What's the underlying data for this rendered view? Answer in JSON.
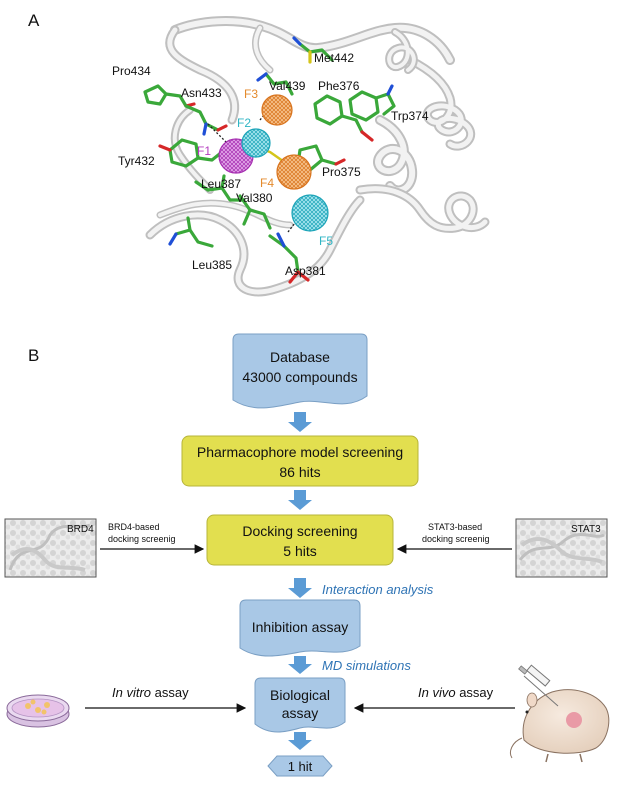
{
  "panel_a": {
    "letter": "A",
    "residues": {
      "pro434": "Pro434",
      "asn433": "Asn433",
      "met442": "Met442",
      "val439": "Val439",
      "phe376": "Phe376",
      "trp374": "Trp374",
      "tyr432": "Tyr432",
      "leu387": "Leu387",
      "pro375": "Pro375",
      "val380": "Val380",
      "leu385": "Leu385",
      "asp381": "Asp381"
    },
    "features": {
      "f1": "F1",
      "f2": "F2",
      "f3": "F3",
      "f4": "F4",
      "f5": "F5"
    },
    "colors": {
      "f1": "#b43cbf",
      "f2": "#2fb5c4",
      "f3": "#e48a2c",
      "f4": "#e48a2c",
      "f5": "#2fb5c4",
      "stick": "#3aa83a",
      "ribbon": "#d9d9d9"
    }
  },
  "panel_b": {
    "letter": "B",
    "database": {
      "line1": "Database",
      "line2": "43000 compounds"
    },
    "pharmacophore": {
      "line1": "Pharmacophore model screening",
      "line2": "86 hits"
    },
    "docking": {
      "line1": "Docking screening",
      "line2": "5 hits"
    },
    "interaction_analysis": "Interaction analysis",
    "inhibition": "Inhibition assay",
    "md_simulations": "MD simulations",
    "biological": {
      "line1": "Biological",
      "line2": "assay"
    },
    "final": "1 hit",
    "brd4": {
      "image_label": "BRD4",
      "line1": "BRD4-based",
      "line2": "docking screenig"
    },
    "stat3": {
      "image_label": "STAT3",
      "line1": "STAT3-based",
      "line2": "docking screenig"
    },
    "in_vitro": {
      "italic": "In vitro",
      "rest": " assay"
    },
    "in_vivo": {
      "italic": "In vivo",
      "rest": " assay"
    },
    "colors": {
      "blue_box": "#a9c8e6",
      "yellow_box": "#e2df4f",
      "arrow": "#5b9bd5",
      "italic_text": "#2f74b5"
    }
  }
}
